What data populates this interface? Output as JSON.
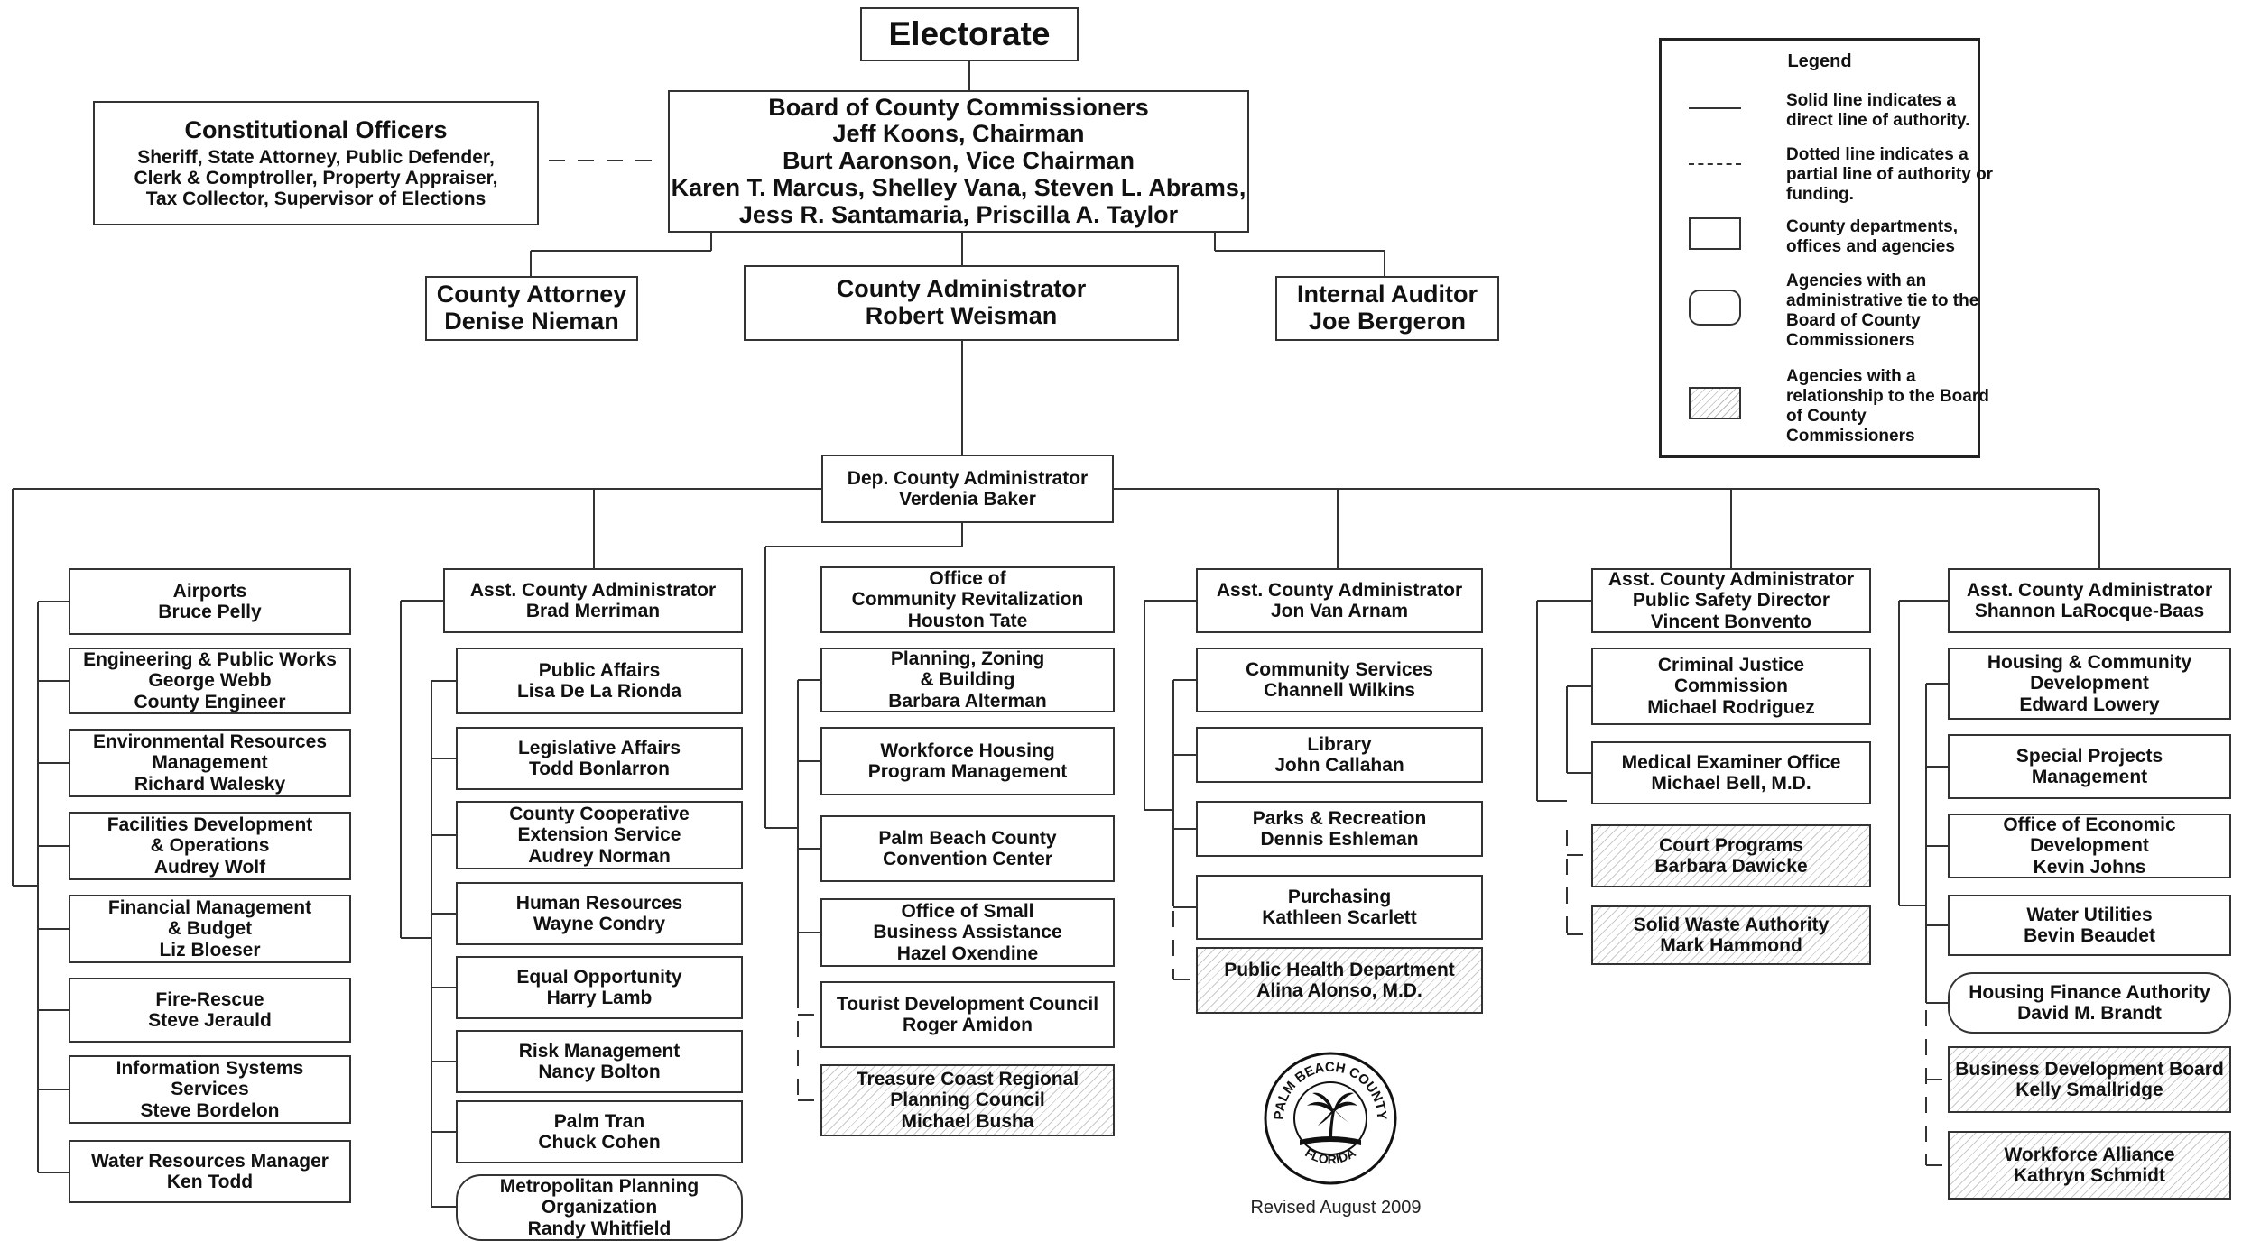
{
  "electorate": "Electorate",
  "constitutional_officers": {
    "title": "Constitutional Officers",
    "lines": [
      "Sheriff, State Attorney, Public Defender,",
      "Clerk & Comptroller, Property Appraiser,",
      "Tax Collector, Supervisor of Elections"
    ]
  },
  "board": {
    "lines": [
      "Board of County Commissioners",
      "Jeff Koons, Chairman",
      "Burt Aaronson, Vice Chairman",
      "Karen T. Marcus, Shelley Vana, Steven L. Abrams,",
      "Jess R. Santamaria, Priscilla A. Taylor"
    ]
  },
  "county_attorney": [
    "County Attorney",
    "Denise Nieman"
  ],
  "county_administrator": [
    "County Administrator",
    "Robert Weisman"
  ],
  "internal_auditor": [
    "Internal Auditor",
    "Joe Bergeron"
  ],
  "deputy_administrator": [
    "Dep. County Administrator",
    "Verdenia Baker"
  ],
  "col1": [
    {
      "lines": [
        "Airports",
        "Bruce Pelly"
      ],
      "kind": "normal"
    },
    {
      "lines": [
        "Engineering & Public Works",
        "George Webb",
        "County Engineer"
      ],
      "kind": "normal"
    },
    {
      "lines": [
        "Environmental Resources",
        "Management",
        "Richard Walesky"
      ],
      "kind": "normal"
    },
    {
      "lines": [
        "Facilities Development",
        "& Operations",
        "Audrey Wolf"
      ],
      "kind": "normal"
    },
    {
      "lines": [
        "Financial Management",
        "& Budget",
        "Liz Bloeser"
      ],
      "kind": "normal"
    },
    {
      "lines": [
        "Fire-Rescue",
        "Steve Jerauld"
      ],
      "kind": "normal"
    },
    {
      "lines": [
        "Information Systems",
        "Services",
        "Steve Bordelon"
      ],
      "kind": "normal"
    },
    {
      "lines": [
        "Water Resources Manager",
        "Ken Todd"
      ],
      "kind": "normal"
    }
  ],
  "col2": {
    "head": [
      "Asst. County Administrator",
      "Brad Merriman"
    ],
    "items": [
      {
        "lines": [
          "Public Affairs",
          "Lisa De La Rionda"
        ],
        "kind": "normal"
      },
      {
        "lines": [
          "Legislative Affairs",
          "Todd Bonlarron"
        ],
        "kind": "normal"
      },
      {
        "lines": [
          "County Cooperative",
          "Extension Service",
          "Audrey Norman"
        ],
        "kind": "normal"
      },
      {
        "lines": [
          "Human Resources",
          "Wayne Condry"
        ],
        "kind": "normal"
      },
      {
        "lines": [
          "Equal Opportunity",
          "Harry Lamb"
        ],
        "kind": "normal"
      },
      {
        "lines": [
          "Risk Management",
          "Nancy Bolton"
        ],
        "kind": "normal"
      },
      {
        "lines": [
          "Palm Tran",
          "Chuck Cohen"
        ],
        "kind": "normal"
      },
      {
        "lines": [
          "Metropolitan Planning",
          "Organization",
          "Randy Whitfield"
        ],
        "kind": "round"
      }
    ]
  },
  "col3": {
    "head": [
      "Office of",
      "Community Revitalization",
      "Houston Tate"
    ],
    "items": [
      {
        "lines": [
          "Planning, Zoning",
          "& Building",
          "Barbara Alterman"
        ],
        "kind": "normal"
      },
      {
        "lines": [
          "Workforce Housing",
          "Program Management"
        ],
        "kind": "normal"
      },
      {
        "lines": [
          "Palm Beach County",
          "Convention Center"
        ],
        "kind": "normal"
      },
      {
        "lines": [
          "Office of Small",
          "Business Assistance",
          "Hazel Oxendine"
        ],
        "kind": "normal"
      },
      {
        "lines": [
          "Tourist Development Council",
          "Roger Amidon"
        ],
        "kind": "normal"
      },
      {
        "lines": [
          "Treasure Coast Regional",
          "Planning Council",
          "Michael Busha"
        ],
        "kind": "hatch"
      }
    ]
  },
  "col4": {
    "head": [
      "Asst. County Administrator",
      "Jon Van Arnam"
    ],
    "items": [
      {
        "lines": [
          "Community Services",
          "Channell Wilkins"
        ],
        "kind": "normal"
      },
      {
        "lines": [
          "Library",
          "John Callahan"
        ],
        "kind": "normal"
      },
      {
        "lines": [
          "Parks & Recreation",
          "Dennis Eshleman"
        ],
        "kind": "normal"
      },
      {
        "lines": [
          "Purchasing",
          "Kathleen Scarlett"
        ],
        "kind": "normal"
      },
      {
        "lines": [
          "Public Health Department",
          "Alina Alonso, M.D."
        ],
        "kind": "hatch"
      }
    ]
  },
  "col5": {
    "head": [
      "Asst. County Administrator",
      "Public Safety Director",
      "Vincent Bonvento"
    ],
    "items": [
      {
        "lines": [
          "Criminal Justice",
          "Commission",
          "Michael Rodriguez"
        ],
        "kind": "normal"
      },
      {
        "lines": [
          "Medical Examiner Office",
          "Michael Bell, M.D."
        ],
        "kind": "normal"
      },
      {
        "lines": [
          "Court Programs",
          "Barbara Dawicke"
        ],
        "kind": "hatch"
      },
      {
        "lines": [
          "Solid Waste Authority",
          "Mark Hammond"
        ],
        "kind": "hatch"
      }
    ]
  },
  "col6": {
    "head": [
      "Asst. County Administrator",
      "Shannon LaRocque-Baas"
    ],
    "items": [
      {
        "lines": [
          "Housing & Community",
          "Development",
          "Edward Lowery"
        ],
        "kind": "normal"
      },
      {
        "lines": [
          "Special Projects",
          "Management"
        ],
        "kind": "normal"
      },
      {
        "lines": [
          "Office of Economic",
          "Development",
          "Kevin Johns"
        ],
        "kind": "normal"
      },
      {
        "lines": [
          "Water Utilities",
          "Bevin Beaudet"
        ],
        "kind": "normal"
      },
      {
        "lines": [
          "Housing Finance Authority",
          "David M. Brandt"
        ],
        "kind": "round"
      },
      {
        "lines": [
          "Business Development Board",
          "Kelly Smallridge"
        ],
        "kind": "hatch"
      },
      {
        "lines": [
          "Workforce Alliance",
          "Kathryn Schmidt"
        ],
        "kind": "hatch"
      }
    ]
  },
  "legend": {
    "title": "Legend",
    "solid": "Solid line indicates a direct line of authority.",
    "dotted": "Dotted line indicates a partial line of authority or funding.",
    "rect": "County departments, offices and agencies",
    "round": "Agencies with an administrative tie to the Board of County Commissioners",
    "hatch": "Agencies with a relationship to the Board of County Commissioners"
  },
  "seal": {
    "top": "PALM BEACH COUNTY",
    "bottom": "FLORIDA"
  },
  "revised": "Revised August 2009",
  "colors": {
    "line": "#333333",
    "border": "#333333",
    "hatch": "#c9c9c9"
  }
}
